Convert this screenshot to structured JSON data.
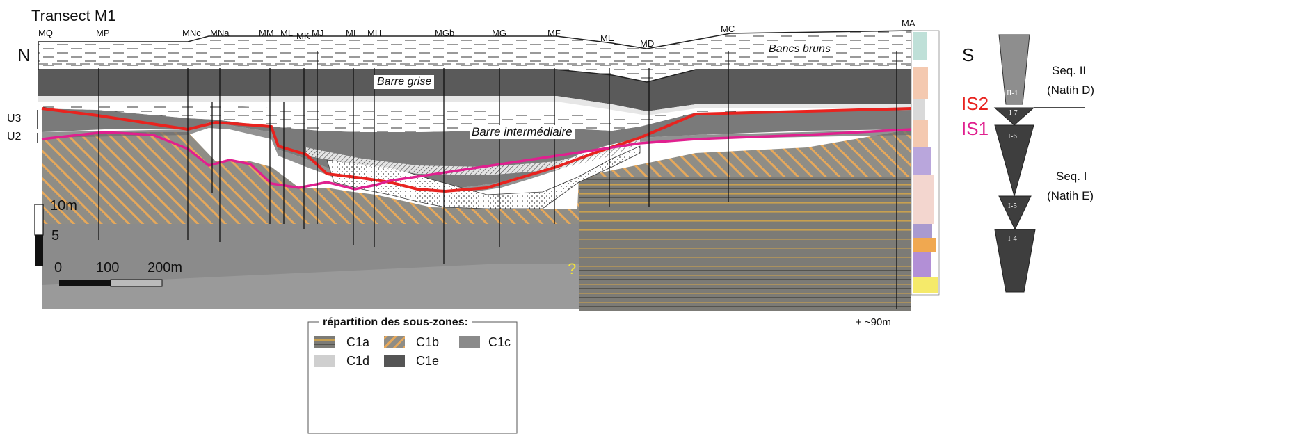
{
  "title": "Transect M1",
  "wells": [
    {
      "name": "MQ"
    },
    {
      "name": "MP"
    },
    {
      "name": "MNc"
    },
    {
      "name": "MNa"
    },
    {
      "name": "MM"
    },
    {
      "name": "ML"
    },
    {
      "name": "MK"
    },
    {
      "name": "MJ"
    },
    {
      "name": "MI"
    },
    {
      "name": "MH"
    },
    {
      "name": "MGb"
    },
    {
      "name": "MG"
    },
    {
      "name": "MF"
    },
    {
      "name": "ME"
    },
    {
      "name": "MD"
    },
    {
      "name": "MC"
    },
    {
      "name": "MA"
    }
  ],
  "orientation": {
    "north": "N",
    "south": "S"
  },
  "units": {
    "u3": "U3",
    "u2": "U2"
  },
  "beds": {
    "bancs_bruns": "Bancs bruns",
    "barre_grise": "Barre grise",
    "barre_intermediaire": "Barre intermédiaire"
  },
  "surfaces": {
    "is2": "IS2",
    "is1": "IS1"
  },
  "scale": {
    "vertical": {
      "top": "10m",
      "mid": "5"
    },
    "horizontal": {
      "zero": "0",
      "mid": "100",
      "end": "200m"
    }
  },
  "question_mark": "?",
  "depth_note": "+ ~90m",
  "sequences": {
    "seq2": {
      "line1": "Seq. II",
      "line2": "(Natih D)"
    },
    "seq1": {
      "line1": "Seq. I",
      "line2": "(Natih E)"
    },
    "triangles": [
      "II-1",
      "I-7",
      "I-6",
      "I-5",
      "I-4"
    ]
  },
  "legend": {
    "title": "répartition des sous-zones:",
    "items": [
      {
        "code": "C1a",
        "color": "#7d7d78"
      },
      {
        "code": "C1b",
        "color": "#e8a84a"
      },
      {
        "code": "C1c",
        "color": "#8a8a8a"
      },
      {
        "code": "C1d",
        "color": "#cfcfcf"
      },
      {
        "code": "C1e",
        "color": "#555555"
      }
    ]
  },
  "colors": {
    "is2": "#e8231f",
    "is1": "#e0208f"
  }
}
